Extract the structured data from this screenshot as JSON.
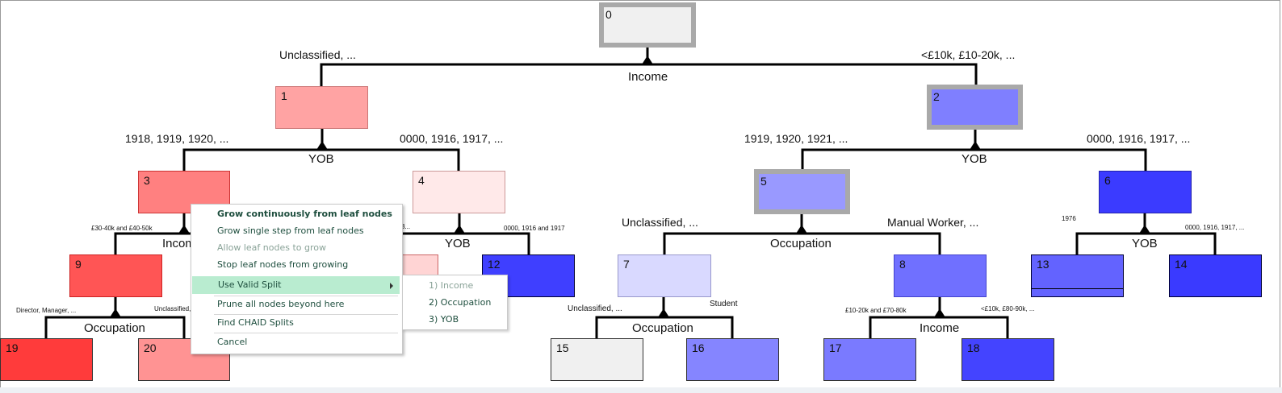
{
  "tree": {
    "nodes": [
      {
        "id": "0",
        "fill": "#f0f0f0",
        "selected": true
      },
      {
        "id": "1",
        "fill": "#ffa3a3",
        "selected": false
      },
      {
        "id": "2",
        "fill": "#7f7fff",
        "selected": true
      },
      {
        "id": "3",
        "fill": "#ff8080",
        "selected": false
      },
      {
        "id": "4",
        "fill": "#ffe9e9",
        "selected": false
      },
      {
        "id": "5",
        "fill": "#9999ff",
        "selected": true
      },
      {
        "id": "6",
        "fill": "#3b3bff",
        "selected": false
      },
      {
        "id": "7",
        "fill": "#d9d9ff",
        "selected": false
      },
      {
        "id": "8",
        "fill": "#7070ff",
        "selected": false
      },
      {
        "id": "9",
        "fill": "#ff5555",
        "selected": false
      },
      {
        "id": "12",
        "fill": "#3f3fff",
        "selected": false
      },
      {
        "id": "13",
        "fill": "#6363ff",
        "selected": false
      },
      {
        "id": "14",
        "fill": "#3a3aff",
        "selected": false
      },
      {
        "id": "15",
        "fill": "#f0f0f0",
        "selected": false
      },
      {
        "id": "16",
        "fill": "#8585ff",
        "selected": false
      },
      {
        "id": "17",
        "fill": "#7a7aff",
        "selected": false
      },
      {
        "id": "18",
        "fill": "#4444ff",
        "selected": false
      },
      {
        "id": "19",
        "fill": "#ff3b3b",
        "selected": false
      },
      {
        "id": "20",
        "fill": "#ff9393",
        "selected": false
      }
    ],
    "partial_node_fill": "#ffd4d4",
    "splits": {
      "income_root": {
        "variable": "Income",
        "left": "Unclassified, ...",
        "right": "<£10k, £10-20k, ..."
      },
      "yob_1": {
        "variable": "YOB",
        "left": "1918, 1919, 1920, ...",
        "right": "0000, 1916, 1917, ..."
      },
      "yob_2": {
        "variable": "YOB",
        "left": "1919, 1920, 1921, ...",
        "right": "0000, 1916, 1917, ..."
      },
      "income_3": {
        "variable": "Incom",
        "left": "£30-40k and £40-50k"
      },
      "yob_4": {
        "variable": "YOB",
        "left": "3...",
        "right": "0000, 1916 and 1917"
      },
      "occupation_5": {
        "variable": "Occupation",
        "left": "Unclassified, ...",
        "right": "Manual Worker, ..."
      },
      "yob_6": {
        "variable": "YOB",
        "left": "1976",
        "right": "0000, 1916, 1917, ..."
      },
      "occupation_9": {
        "variable": "Occupation",
        "left": "Director, Manager, ...",
        "right": "Unclassified,"
      },
      "occupation_7": {
        "variable": "Occupation",
        "left": "Unclassified, ...",
        "right": "Student"
      },
      "income_8": {
        "variable": "Income",
        "left": "£10-20k and £70-80k",
        "right": "<£10k, £80-90k, ..."
      }
    }
  },
  "context_menu": {
    "items": [
      {
        "label": "Grow continuously from leaf nodes",
        "bold": true,
        "disabled": false
      },
      {
        "label": "Grow single step from leaf nodes",
        "bold": false,
        "disabled": false
      },
      {
        "label": "Allow leaf nodes to grow",
        "bold": false,
        "disabled": true
      },
      {
        "label": "Stop leaf nodes from growing",
        "bold": false,
        "disabled": false
      },
      {
        "label": "Use Valid Split",
        "bold": false,
        "disabled": false,
        "highlighted": true,
        "submenu": true
      },
      {
        "label": "Prune all nodes beyond here",
        "bold": false,
        "disabled": false
      },
      {
        "label": "Find CHAID Splits",
        "bold": false,
        "disabled": false
      },
      {
        "label": "Cancel",
        "bold": false,
        "disabled": false
      }
    ],
    "submenu": [
      {
        "label": "1) Income",
        "disabled": true
      },
      {
        "label": "2) Occupation",
        "disabled": false
      },
      {
        "label": "3) YOB",
        "disabled": false
      }
    ],
    "highlight_color": "#b9ecd0"
  }
}
